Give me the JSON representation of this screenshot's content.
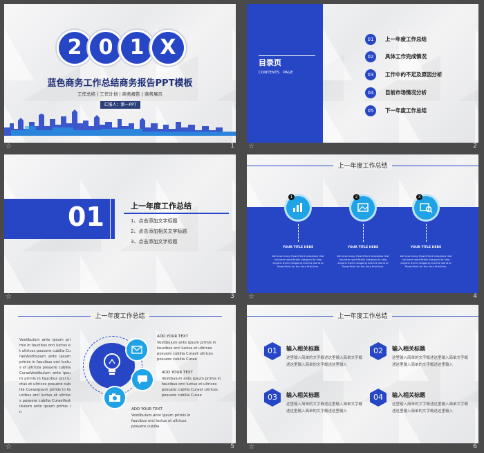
{
  "slides": [
    {
      "number": "1",
      "badges": [
        "2",
        "0",
        "1",
        "X"
      ],
      "title": "蓝色商务工作总结商务报告PPT模板",
      "subtitle": "工作总结 | 工作计划 | 商务报告 | 商务展示",
      "reporter": "汇报人：第一PPT"
    },
    {
      "number": "2",
      "toc_title": "目录页",
      "toc_subtitle": "CONTENTS   PAGE",
      "items": [
        {
          "num": "01",
          "label": "上一年度工作总结"
        },
        {
          "num": "02",
          "label": "具体工作完成情况"
        },
        {
          "num": "03",
          "label": "工作中的不足及原因分析"
        },
        {
          "num": "04",
          "label": "目前市场情况分析"
        },
        {
          "num": "05",
          "label": "下一年度工作总结"
        }
      ]
    },
    {
      "number": "3",
      "section_num": "01",
      "section_title": "上一年度工作总结",
      "points": [
        "1、点击添加文字标题",
        "2、点击添加相关文字标题",
        "3、点击添加文字标题"
      ]
    },
    {
      "number": "4",
      "header": "上一年度工作总结",
      "cards": [
        {
          "badge": "1",
          "title": "YOUR TITLE HERE",
          "body": "We have many PowerPoint templates that has been specifically designed to help anyone that is stepping into the world of PowerPoint for the very first time."
        },
        {
          "badge": "2",
          "title": "YOUR TITLE HERE",
          "body": "We have many PowerPoint templates that has been specifically designed to help anyone that is stepping into the world of PowerPoint for the very first time."
        },
        {
          "badge": "3",
          "title": "YOUR TITLE HERE",
          "body": "We have many PowerPoint templates that has been specifically designed to help anyone that is stepping into the world of PowerPoint for the very first time."
        }
      ]
    },
    {
      "number": "5",
      "header": "上一年度工作总结",
      "left_text": "Vestibulum ante ipsum primis in faucibus orci luctus et ultrices posuere cubilia CuraeVestibulum ante ipsum primis in faucibus orci luctus et ultrices posuere cubilia CuraeVestibulum ante ipsum primis in faucibus orci luctus et ultrices posuere cubilia Curaeipsum primis in faucibus orci luctus et ultrices posuere cubilia CuraeVestibulum ante ipsum primis in",
      "blocks": [
        {
          "title": "ADD YOUR TEXT",
          "body": "Vestibulum ante ipsum primis in faucibus orci luctus et ultrices posuere cubilia Curaet ultrices posuere cubilia Curae"
        },
        {
          "title": "ADD YOUR TEXT",
          "body": "Vestibulum ante ipsum primis in faucibus orci luctus et ultrices posuere cubilia Curaet ultrices posuere cubilia Curae"
        },
        {
          "title": "ADD YOUR TEXT",
          "body": "Vestibulum ante ipsum primis in faucibus orci luctus et ultrices posuere cubilia"
        }
      ]
    },
    {
      "number": "6",
      "header": "上一年度工作总结",
      "items": [
        {
          "num": "01",
          "title": "输入相关标题",
          "body": "这里输入简单的文字概述这里输入简单文字概述这里输入简单的文字概述这里输入"
        },
        {
          "num": "02",
          "title": "输入相关标题",
          "body": "这里输入简单的文字概述这里输入简单文字概述这里输入简单的文字概述这里输入"
        },
        {
          "num": "03",
          "title": "输入相关标题",
          "body": "这里输入简单的文字概述这里输入简单文字概述这里输入简单的文字概述这里输入"
        },
        {
          "num": "04",
          "title": "输入相关标题",
          "body": "这里输入简单的文字概述这里输入简单文字概述这里输入简单的文字概述这里输入"
        }
      ]
    }
  ],
  "colors": {
    "accent": "#2746c6",
    "light_blue": "#1fa3e6",
    "background": "#4a4a4a"
  },
  "icons": {
    "footer": "star-icon",
    "slide4": [
      "chart-icon",
      "image-icon",
      "search-icon"
    ],
    "slide5": [
      "lightbulb-icon",
      "mail-icon",
      "chat-icon",
      "camera-icon"
    ]
  }
}
